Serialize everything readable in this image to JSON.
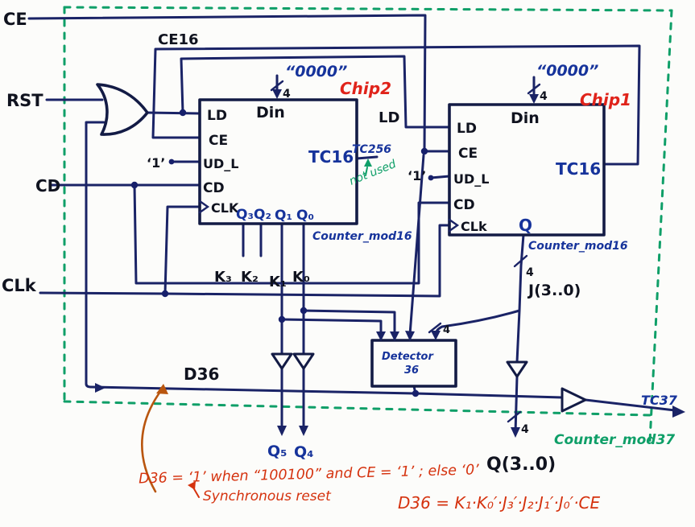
{
  "signals": {
    "ce": "CE",
    "ce16": "CE16",
    "rst": "RST",
    "cd": "CD",
    "clk": "CLk",
    "ld": "LD",
    "d36": "D36",
    "tc37": "TC37",
    "one": "‘1’"
  },
  "buses": {
    "width": "4",
    "j": "J(3..0)",
    "q": "Q(3..0)",
    "q5": "Q₅",
    "q4": "Q₄"
  },
  "chip2": {
    "name": "Chip2",
    "din": "Din",
    "din_value": "“0000”",
    "pins": {
      "ld": "LD",
      "ce": "CE",
      "udl": "UD_L",
      "cd": "CD",
      "clk": "CLK"
    },
    "tc16": "TC16",
    "tc256": "TC256",
    "tc256_note": "not used",
    "q": [
      "Q₃",
      "Q₂",
      "Q₁",
      "Q₀"
    ],
    "caption": "Counter_mod16"
  },
  "chip1": {
    "name": "Chip1",
    "din": "Din",
    "din_value": "“0000”",
    "pins": {
      "ld": "LD",
      "ce": "CE",
      "udl": "UD_L",
      "cd": "CD",
      "clk": "CLk"
    },
    "tc16": "TC16",
    "q": "Q",
    "caption": "Counter_mod16"
  },
  "k_bits": [
    "K₃",
    "K₂",
    "K₁",
    "K₀"
  ],
  "detector": {
    "name": "Detector",
    "value": "36"
  },
  "mod37_caption": "Counter_mod37",
  "notes": {
    "condition": "D36 = ‘1’ when “100100” and CE = ‘1’ ; else ‘0’",
    "reset": "Synchronous reset",
    "formula": "D36 = K₁·K₀′·J₃′·J₂·J₁′·J₀′·CE"
  },
  "colors": {
    "ink": "#1a2366",
    "box": "#131b45",
    "navy_text": "#16339b",
    "chip_red": "#e0231a",
    "note_red": "#d5320e",
    "arrow_orange": "#b9560f",
    "dashed_green": "#0f9f68"
  }
}
